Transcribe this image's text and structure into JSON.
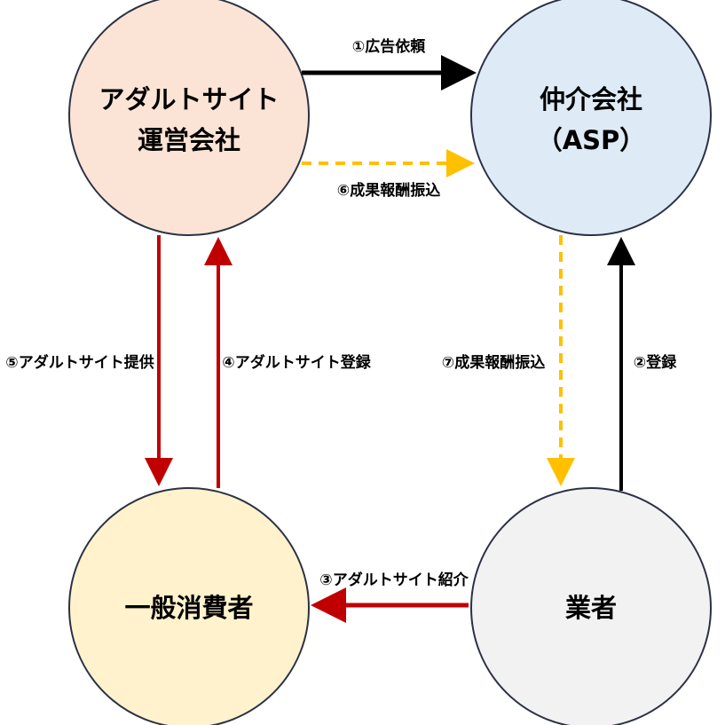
{
  "nodes": {
    "adult_site_operator": {
      "line1": "アダルトサイト",
      "line2": "運営会社"
    },
    "asp": {
      "line1": "仲介会社",
      "line2": "（ASP）"
    },
    "consumer": {
      "label": "一般消費者"
    },
    "vendor": {
      "label": "業者"
    }
  },
  "edges": {
    "ad_request": "①広告依頼",
    "register": "②登録",
    "site_intro": "③アダルトサイト紹介",
    "site_register": "④アダルトサイト登録",
    "site_provide": "⑤アダルトサイト提供",
    "reward_to_asp": "⑥成果報酬振込",
    "reward_to_vendor": "⑦成果報酬振込"
  },
  "colors": {
    "operator_fill": "#fbe4d5",
    "asp_fill": "#deebf7",
    "consumer_fill": "#fff2cc",
    "vendor_fill": "#f2f2f2",
    "arrow_black": "#000000",
    "arrow_red": "#c00000",
    "arrow_yellow": "#ffc000",
    "circle_stroke": "#2b3245"
  }
}
